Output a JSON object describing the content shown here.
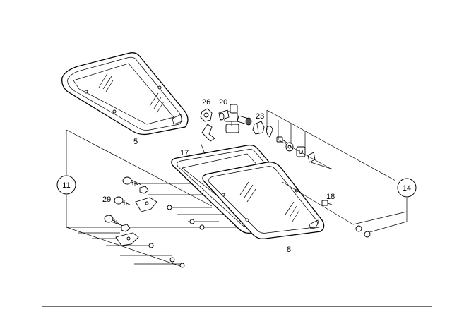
{
  "parts": {
    "p5": "5",
    "p8": "8",
    "p11": "11",
    "p14": "14",
    "p17": "17",
    "p18": "18",
    "p20": "20",
    "p23": "23",
    "p26": "26",
    "p29": "29"
  }
}
